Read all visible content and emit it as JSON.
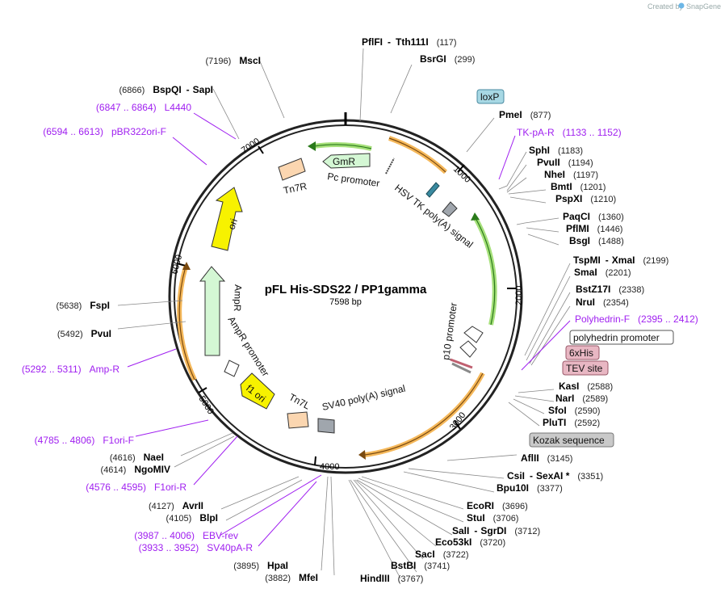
{
  "credit": {
    "prefix": "Created by",
    "brand": "SnapGene"
  },
  "center": {
    "title": "pFL His-SDS22 / PP1gamma",
    "subtitle": "7598 bp"
  },
  "ticks": [
    "1000",
    "2000",
    "3000",
    "4000",
    "5000",
    "6000",
    "7000"
  ],
  "features": {
    "gmr": "GmR",
    "ori": "ori",
    "ampr": "AmpR",
    "f1ori": "f1 ori",
    "pc_promoter": "Pc promoter",
    "hsv": "HSV TK poly(A) signal",
    "tn7r": "Tn7R",
    "tn7l": "Tn7L",
    "sv40": "SV40 poly(A) signal",
    "ampr_promoter": "AmpR promoter",
    "p10": "p10 promoter"
  },
  "boxed": {
    "loxp": "loxP",
    "polyhedrin": "polyhedrin promoter",
    "his": "6xHis",
    "tev": "TEV site",
    "kozak": "Kozak sequence"
  },
  "labels": {
    "pflfi": {
      "name": "PflFI",
      "sep": "-",
      "name2": "Tth111I",
      "pos": "(117)"
    },
    "bsrgi": {
      "name": "BsrGI",
      "pos": "(299)"
    },
    "pmei": {
      "name": "PmeI",
      "pos": "(877)"
    },
    "tkpa": {
      "name": "TK-pA-R",
      "pos": "(1133 .. 1152)"
    },
    "sphi": {
      "name": "SphI",
      "pos": "(1183)"
    },
    "pvuii": {
      "name": "PvuII",
      "pos": "(1194)"
    },
    "nhei": {
      "name": "NheI",
      "pos": "(1197)"
    },
    "bmti": {
      "name": "BmtI",
      "pos": "(1201)"
    },
    "pspxi": {
      "name": "PspXI",
      "pos": "(1210)"
    },
    "paqci": {
      "name": "PaqCI",
      "pos": "(1360)"
    },
    "pflmi": {
      "name": "PflMI",
      "pos": "(1446)"
    },
    "bsgi": {
      "name": "BsgI",
      "pos": "(1488)"
    },
    "tspmi": {
      "name": "TspMI",
      "sep": "-",
      "name2": "XmaI",
      "pos": "(2199)"
    },
    "smai": {
      "name": "SmaI",
      "pos": "(2201)"
    },
    "bstz17i": {
      "name": "BstZ17I",
      "pos": "(2338)"
    },
    "nrui": {
      "name": "NruI",
      "pos": "(2354)"
    },
    "polyf": {
      "name": "Polyhedrin-F",
      "pos": "(2395 .. 2412)"
    },
    "kasi": {
      "name": "KasI",
      "pos": "(2588)"
    },
    "nari": {
      "name": "NarI",
      "pos": "(2589)"
    },
    "sfoi": {
      "name": "SfoI",
      "pos": "(2590)"
    },
    "pluti": {
      "name": "PluTI",
      "pos": "(2592)"
    },
    "aflii": {
      "name": "AflII",
      "pos": "(3145)"
    },
    "csii": {
      "name": "CsiI",
      "sep": "-",
      "name2": "SexAI *",
      "pos": "(3351)"
    },
    "bpu10i": {
      "name": "Bpu10I",
      "pos": "(3377)"
    },
    "ecori": {
      "name": "EcoRI",
      "pos": "(3696)"
    },
    "stui": {
      "name": "StuI",
      "pos": "(3706)"
    },
    "sali": {
      "name": "SalI",
      "sep": "-",
      "name2": "SgrDI",
      "pos": "(3712)"
    },
    "eco53ki": {
      "name": "Eco53kI",
      "pos": "(3720)"
    },
    "saci": {
      "name": "SacI",
      "pos": "(3722)"
    },
    "bstbi": {
      "name": "BstBI",
      "pos": "(3741)"
    },
    "hindiii": {
      "name": "HindIII",
      "pos": "(3767)"
    },
    "msci": {
      "name": "MscI",
      "pos": "(7196)"
    },
    "bspqi": {
      "name": "BspQI",
      "sep": "-",
      "name2": "SapI",
      "pos": "(6866)"
    },
    "l4440": {
      "name": "L4440",
      "pos": "(6847 .. 6864)"
    },
    "pbr": {
      "name": "pBR322ori-F",
      "pos": "(6594 .. 6613)"
    },
    "fspi": {
      "name": "FspI",
      "pos": "(5638)"
    },
    "pvui": {
      "name": "PvuI",
      "pos": "(5492)"
    },
    "ampr_p": {
      "name": "Amp-R",
      "pos": "(5292 .. 5311)"
    },
    "f1orif": {
      "name": "F1ori-F",
      "pos": "(4785 .. 4806)"
    },
    "naei": {
      "name": "NaeI",
      "pos": "(4616)"
    },
    "ngomiv": {
      "name": "NgoMIV",
      "pos": "(4614)"
    },
    "f1orir": {
      "name": "F1ori-R",
      "pos": "(4576 .. 4595)"
    },
    "avrii": {
      "name": "AvrII",
      "pos": "(4127)"
    },
    "blpi": {
      "name": "BlpI",
      "pos": "(4105)"
    },
    "ebv": {
      "name": "EBV-rev",
      "pos": "(3987 .. 4006)"
    },
    "sv40pa": {
      "name": "SV40pA-R",
      "pos": "(3933 .. 3952)"
    },
    "hpai": {
      "name": "HpaI",
      "pos": "(3895)"
    },
    "mfei": {
      "name": "MfeI",
      "pos": "(3882)"
    }
  },
  "colors": {
    "backbone": "#222222",
    "primer": "#a020f0",
    "gene_green": "#d4f7d4",
    "ori_yellow": "#f7f200",
    "orange_arc": "#f5b85a",
    "green_arc": "#a6e07a",
    "tn7": "#fbd6b0",
    "box_grey": "#c9c9c9",
    "loxp_bg": "#a7d8e4",
    "tag_bg": "#e8b7c3"
  }
}
